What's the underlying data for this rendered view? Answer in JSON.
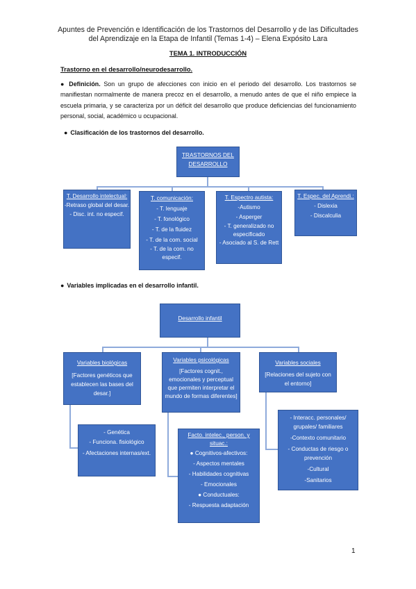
{
  "header": {
    "line1": "Apuntes de Prevención e Identificación de los Trastornos del Desarrollo y de las Dificultades",
    "line2": "del Aprendizaje en la Etapa de Infantil (Temas 1-4) – Elena Expósito Lara"
  },
  "title": "TEMA 1. INTRODUCCIÓN",
  "section_heading": "Trastorno en el desarrollo/neurodesarrollo.",
  "definition": {
    "label": "Definición.",
    "text": " Son un grupo de afecciones con inicio en el periodo del desarrollo. Los trastornos se manifiestan normalmente de manera precoz en el desarrollo, a menudo antes de que el niño empiece la escuela primaria, y se caracteriza por un déficit del desarrollo que produce deficiencias del funcionamiento personal, social, académico u ocupacional."
  },
  "bullet": "●",
  "classification_heading": "Clasificación de los trastornos del desarrollo.",
  "variables_heading": "Variables implicadas en el desarrollo infantil.",
  "tree1": {
    "root": "TRASTORNOS DEL DESARROLLO",
    "boxes": [
      {
        "header": "T. Desarrollo intelectual:",
        "items": [
          "-Retraso global del desar.",
          "- Disc. int. no especif."
        ]
      },
      {
        "header": "T. comunicación:",
        "items": [
          "- T. lenguaje",
          "- T. fonológico",
          "- T. de la fluidez",
          "- T. de la com. social",
          "- T. de la com. no especif."
        ]
      },
      {
        "header": "T. Espectro autista:",
        "items": [
          "-Autismo",
          "- Asperger",
          "- T. generalizado no especificado",
          "- Asociado al S. de Rett"
        ]
      },
      {
        "header": "T. Espec. del Aprendi.:",
        "items": [
          "- Dislexia",
          "- Discalculia"
        ]
      }
    ]
  },
  "tree2": {
    "root": "Desarrollo infantil",
    "columns": [
      {
        "header": "Variables biológicas",
        "desc": "[Factores genéticos que establecen las bases del desar.]",
        "items": [
          "- Genética",
          "- Funciona. fisiológico",
          "- Afectaciones internas/ext."
        ]
      },
      {
        "header": "Variables psicológicas",
        "desc": "[Factores cognit., emocionales y perceptual que permiten interpretar el mundo de formas diferentes]",
        "sub_header": "Facto. intelec., person. y situac.:",
        "items": [
          "● Cognitivos-afectivos:",
          "- Aspectos mentales",
          "- Habilidades cognitivas",
          "- Emocionales",
          "● Conductuales:",
          "- Respuesta adaptación"
        ]
      },
      {
        "header": "Variables sociales",
        "desc": "[Relaciones del sujeto con el entorno]",
        "items": [
          "- Interacc. personales/ grupales/ familiares",
          "-Contexto comunitario",
          "- Conductas de riesgo o prevención",
          "-Cultural",
          "-Sanitarios"
        ]
      }
    ]
  },
  "page_number": "1"
}
